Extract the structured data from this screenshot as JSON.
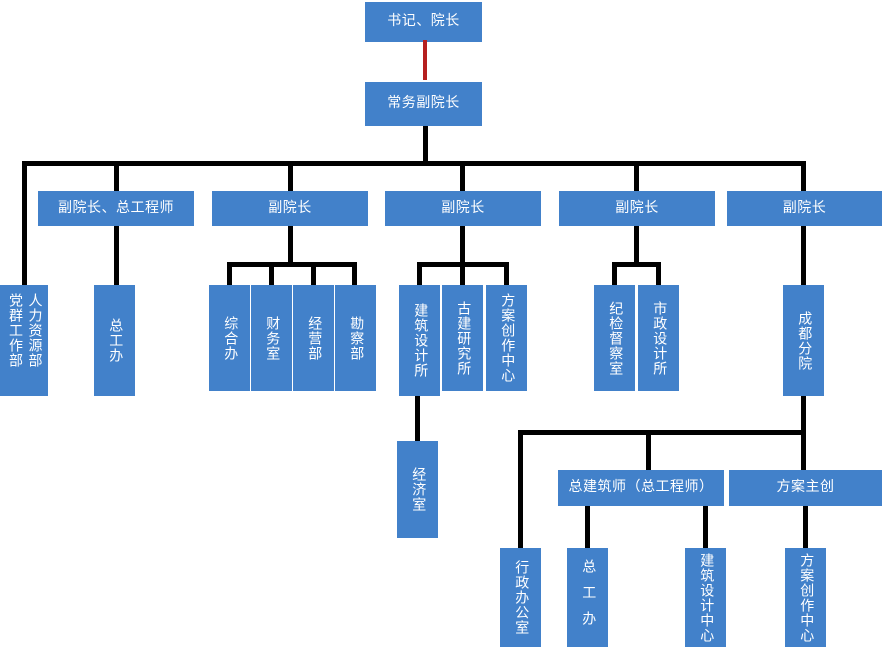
{
  "colors": {
    "node_fill": "#4281ca",
    "node_text": "#ffffff",
    "connector": "#000000",
    "highlight_connector": "#b52020",
    "background": "#ffffff"
  },
  "chart_title": "",
  "nodes": {
    "root": {
      "label": "书记、院长"
    },
    "exec_vp": {
      "label": "常务副院长"
    },
    "vp1": {
      "label": "副院长、总工程师"
    },
    "vp2": {
      "label": "副院长"
    },
    "vp3": {
      "label": "副院长"
    },
    "vp4": {
      "label": "副院长"
    },
    "vp5": {
      "label": "副院长"
    },
    "hr_dept": {
      "label_right": "人力资源部",
      "label_left": "党群工作部"
    },
    "chief_eng_office": {
      "label": "总工办"
    },
    "general_office": {
      "label": "综合办"
    },
    "finance_office": {
      "label": "财务室"
    },
    "operations_dept": {
      "label": "经营部"
    },
    "survey_dept": {
      "label": "勘察部"
    },
    "arch_design_institute": {
      "label": "建筑设计所"
    },
    "ancient_arch_institute": {
      "label": "古建研究所"
    },
    "scheme_creation_center": {
      "label": "方案创作中心"
    },
    "discipline_office": {
      "label": "纪检督察室"
    },
    "municipal_design_institute": {
      "label": "市政设计所"
    },
    "chengdu_branch": {
      "label": "成都分院"
    },
    "economics_office": {
      "label": "经济室"
    },
    "chief_architect": {
      "label": "总建筑师（总工程师）"
    },
    "scheme_lead": {
      "label": "方案主创"
    },
    "admin_office": {
      "label": "行政办公室"
    },
    "cd_chief_eng_office": {
      "label": "总工办"
    },
    "cd_arch_design_center": {
      "label": "建筑设计中心"
    },
    "cd_scheme_creation_center": {
      "label": "方案创作中心"
    }
  }
}
